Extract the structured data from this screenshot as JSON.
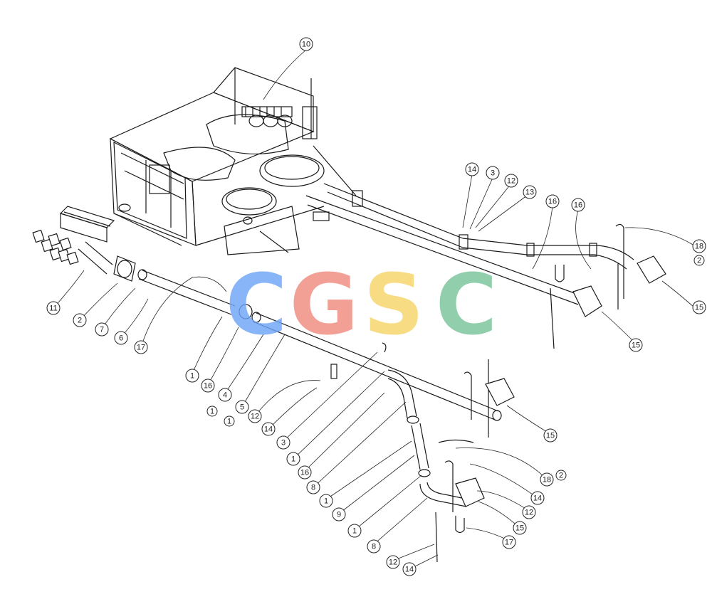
{
  "diagram": {
    "callouts": [
      {
        "id": "c10",
        "label": "10"
      },
      {
        "id": "c14a",
        "label": "14"
      },
      {
        "id": "c3a",
        "label": "3"
      },
      {
        "id": "c12a",
        "label": "12"
      },
      {
        "id": "c13",
        "label": "13"
      },
      {
        "id": "c16a",
        "label": "16"
      },
      {
        "id": "c16b",
        "label": "16"
      },
      {
        "id": "c18a",
        "label": "18"
      },
      {
        "id": "c2x",
        "label": "2"
      },
      {
        "id": "c15a",
        "label": "15"
      },
      {
        "id": "c15b",
        "label": "15"
      },
      {
        "id": "c11",
        "label": "11"
      },
      {
        "id": "c2",
        "label": "2"
      },
      {
        "id": "c7",
        "label": "7"
      },
      {
        "id": "c6",
        "label": "6"
      },
      {
        "id": "c17a",
        "label": "17"
      },
      {
        "id": "c1a",
        "label": "1"
      },
      {
        "id": "c16c",
        "label": "16"
      },
      {
        "id": "c4",
        "label": "4"
      },
      {
        "id": "c5",
        "label": "5"
      },
      {
        "id": "c1b",
        "label": "1"
      },
      {
        "id": "c1c",
        "label": "1"
      },
      {
        "id": "c12b",
        "label": "12"
      },
      {
        "id": "c14b",
        "label": "14"
      },
      {
        "id": "c3b",
        "label": "3"
      },
      {
        "id": "c1d",
        "label": "1"
      },
      {
        "id": "c16d",
        "label": "16"
      },
      {
        "id": "c8a",
        "label": "8"
      },
      {
        "id": "c1e",
        "label": "1"
      },
      {
        "id": "c9",
        "label": "9"
      },
      {
        "id": "c1f",
        "label": "1"
      },
      {
        "id": "c8b",
        "label": "8"
      },
      {
        "id": "c15c",
        "label": "15"
      },
      {
        "id": "c18b",
        "label": "18"
      },
      {
        "id": "c2y",
        "label": "2"
      },
      {
        "id": "c14c",
        "label": "14"
      },
      {
        "id": "c12c",
        "label": "12"
      },
      {
        "id": "c15d",
        "label": "15"
      },
      {
        "id": "c17b",
        "label": "17"
      },
      {
        "id": "c12d",
        "label": "12"
      },
      {
        "id": "c14d",
        "label": "14"
      }
    ]
  },
  "watermark": {
    "letters": [
      {
        "char": "C",
        "color": "#6fa5f7"
      },
      {
        "char": "G",
        "color": "#f08c80"
      },
      {
        "char": "S",
        "color": "#f7d56a"
      },
      {
        "char": "C",
        "color": "#79c49b"
      }
    ]
  }
}
